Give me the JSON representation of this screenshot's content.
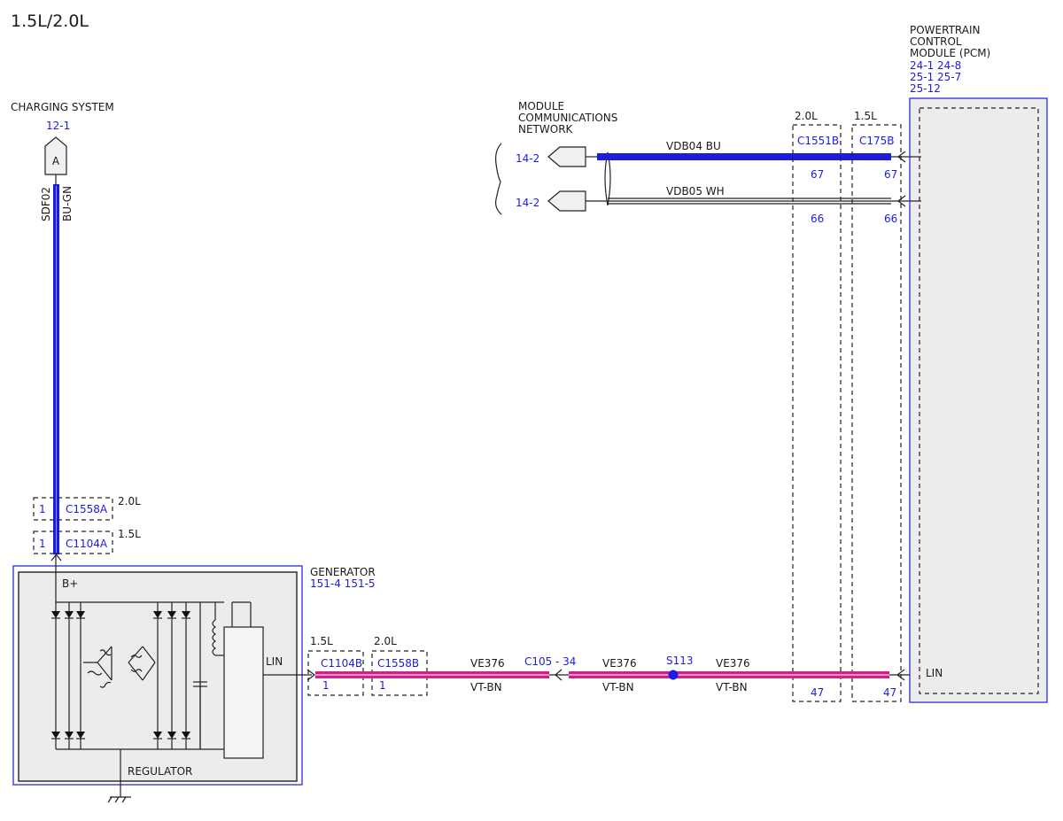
{
  "title": "1.5L/2.0L",
  "charging": {
    "label": "CHARGING SYSTEM",
    "ref": "12-1",
    "connector": "A",
    "circuit": "SDF02",
    "color": "BU-GN"
  },
  "c1558a": {
    "variant": "2.0L",
    "pin": "1",
    "name": "C1558A"
  },
  "c1104a": {
    "variant": "1.5L",
    "pin": "1",
    "name": "C1104A"
  },
  "generator": {
    "name": "GENERATOR",
    "refs": "151-4  151-5",
    "bplus": "B+",
    "lin": "LIN",
    "regulator": "REGULATOR"
  },
  "network": {
    "title_lines": [
      "MODULE",
      "COMMUNICATIONS",
      "NETWORK"
    ],
    "ref1": "14-2",
    "ref2": "14-2",
    "wire1": "VDB04  BU",
    "wire2": "VDB05  WH"
  },
  "c1551b": {
    "variant": "2.0L",
    "name": "C1551B",
    "pins": [
      "67",
      "66",
      "47"
    ]
  },
  "c175b": {
    "variant": "1.5L",
    "name": "C175B",
    "pins": [
      "67",
      "66",
      "47"
    ]
  },
  "pcm": {
    "title_lines": [
      "POWERTRAIN",
      "CONTROL",
      "MODULE (PCM)"
    ],
    "refs": [
      "24-1    24-8",
      "25-1    25-7",
      "25-12"
    ],
    "lin": "LIN"
  },
  "bottom": {
    "c1104b": {
      "variant": "1.5L",
      "name": "C1104B",
      "pin": "1"
    },
    "c1558b": {
      "variant": "2.0L",
      "name": "C1558B",
      "pin": "1"
    },
    "c105": {
      "name": "C105",
      "pin": "34"
    },
    "s113": "S113",
    "seg1": {
      "circuit": "VE376",
      "color": "VT-BN"
    },
    "seg2": {
      "circuit": "VE376",
      "color": "VT-BN"
    },
    "seg3": {
      "circuit": "VE376",
      "color": "VT-BN"
    }
  },
  "colors": {
    "wire_blue": "#1c1ce0",
    "wire_vt_bn": "#d0208a",
    "label_blue": "#1c1ce0",
    "module_fill": "#ececec"
  }
}
